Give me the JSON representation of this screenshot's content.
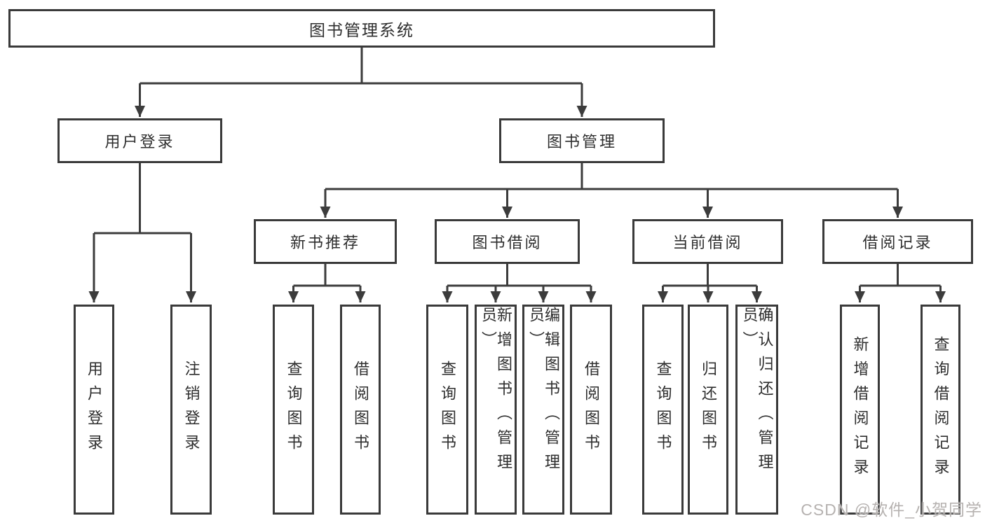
{
  "tree": {
    "root": {
      "label": "图书管理系统"
    },
    "login_branch": {
      "label": "用户登录",
      "children": [
        {
          "label": "用户登录"
        },
        {
          "label": "注销登录"
        }
      ]
    },
    "management_branch": {
      "label": "图书管理",
      "groups": [
        {
          "label": "新书推荐",
          "children": [
            {
              "label": "查询图书"
            },
            {
              "label": "借阅图书"
            }
          ]
        },
        {
          "label": "图书借阅",
          "children": [
            {
              "label": "查询图书"
            },
            {
              "label": "新增图书（管理员）"
            },
            {
              "label": "编辑图书（管理员）"
            },
            {
              "label": "借阅图书"
            }
          ]
        },
        {
          "label": "当前借阅",
          "children": [
            {
              "label": "查询图书"
            },
            {
              "label": "归还图书"
            },
            {
              "label": "确认归还（管理员）"
            }
          ]
        },
        {
          "label": "借阅记录",
          "children": [
            {
              "label": "新增借阅记录"
            },
            {
              "label": "查询借阅记录"
            }
          ]
        }
      ]
    }
  },
  "watermark": {
    "text": "CSDN @软件_小贺同学"
  },
  "colors": {
    "line": "#3c3c3c",
    "box_border": "#3a3a3a",
    "text": "#2e2e2e",
    "watermark": "#b6b2b0",
    "background": "#ffffff"
  }
}
